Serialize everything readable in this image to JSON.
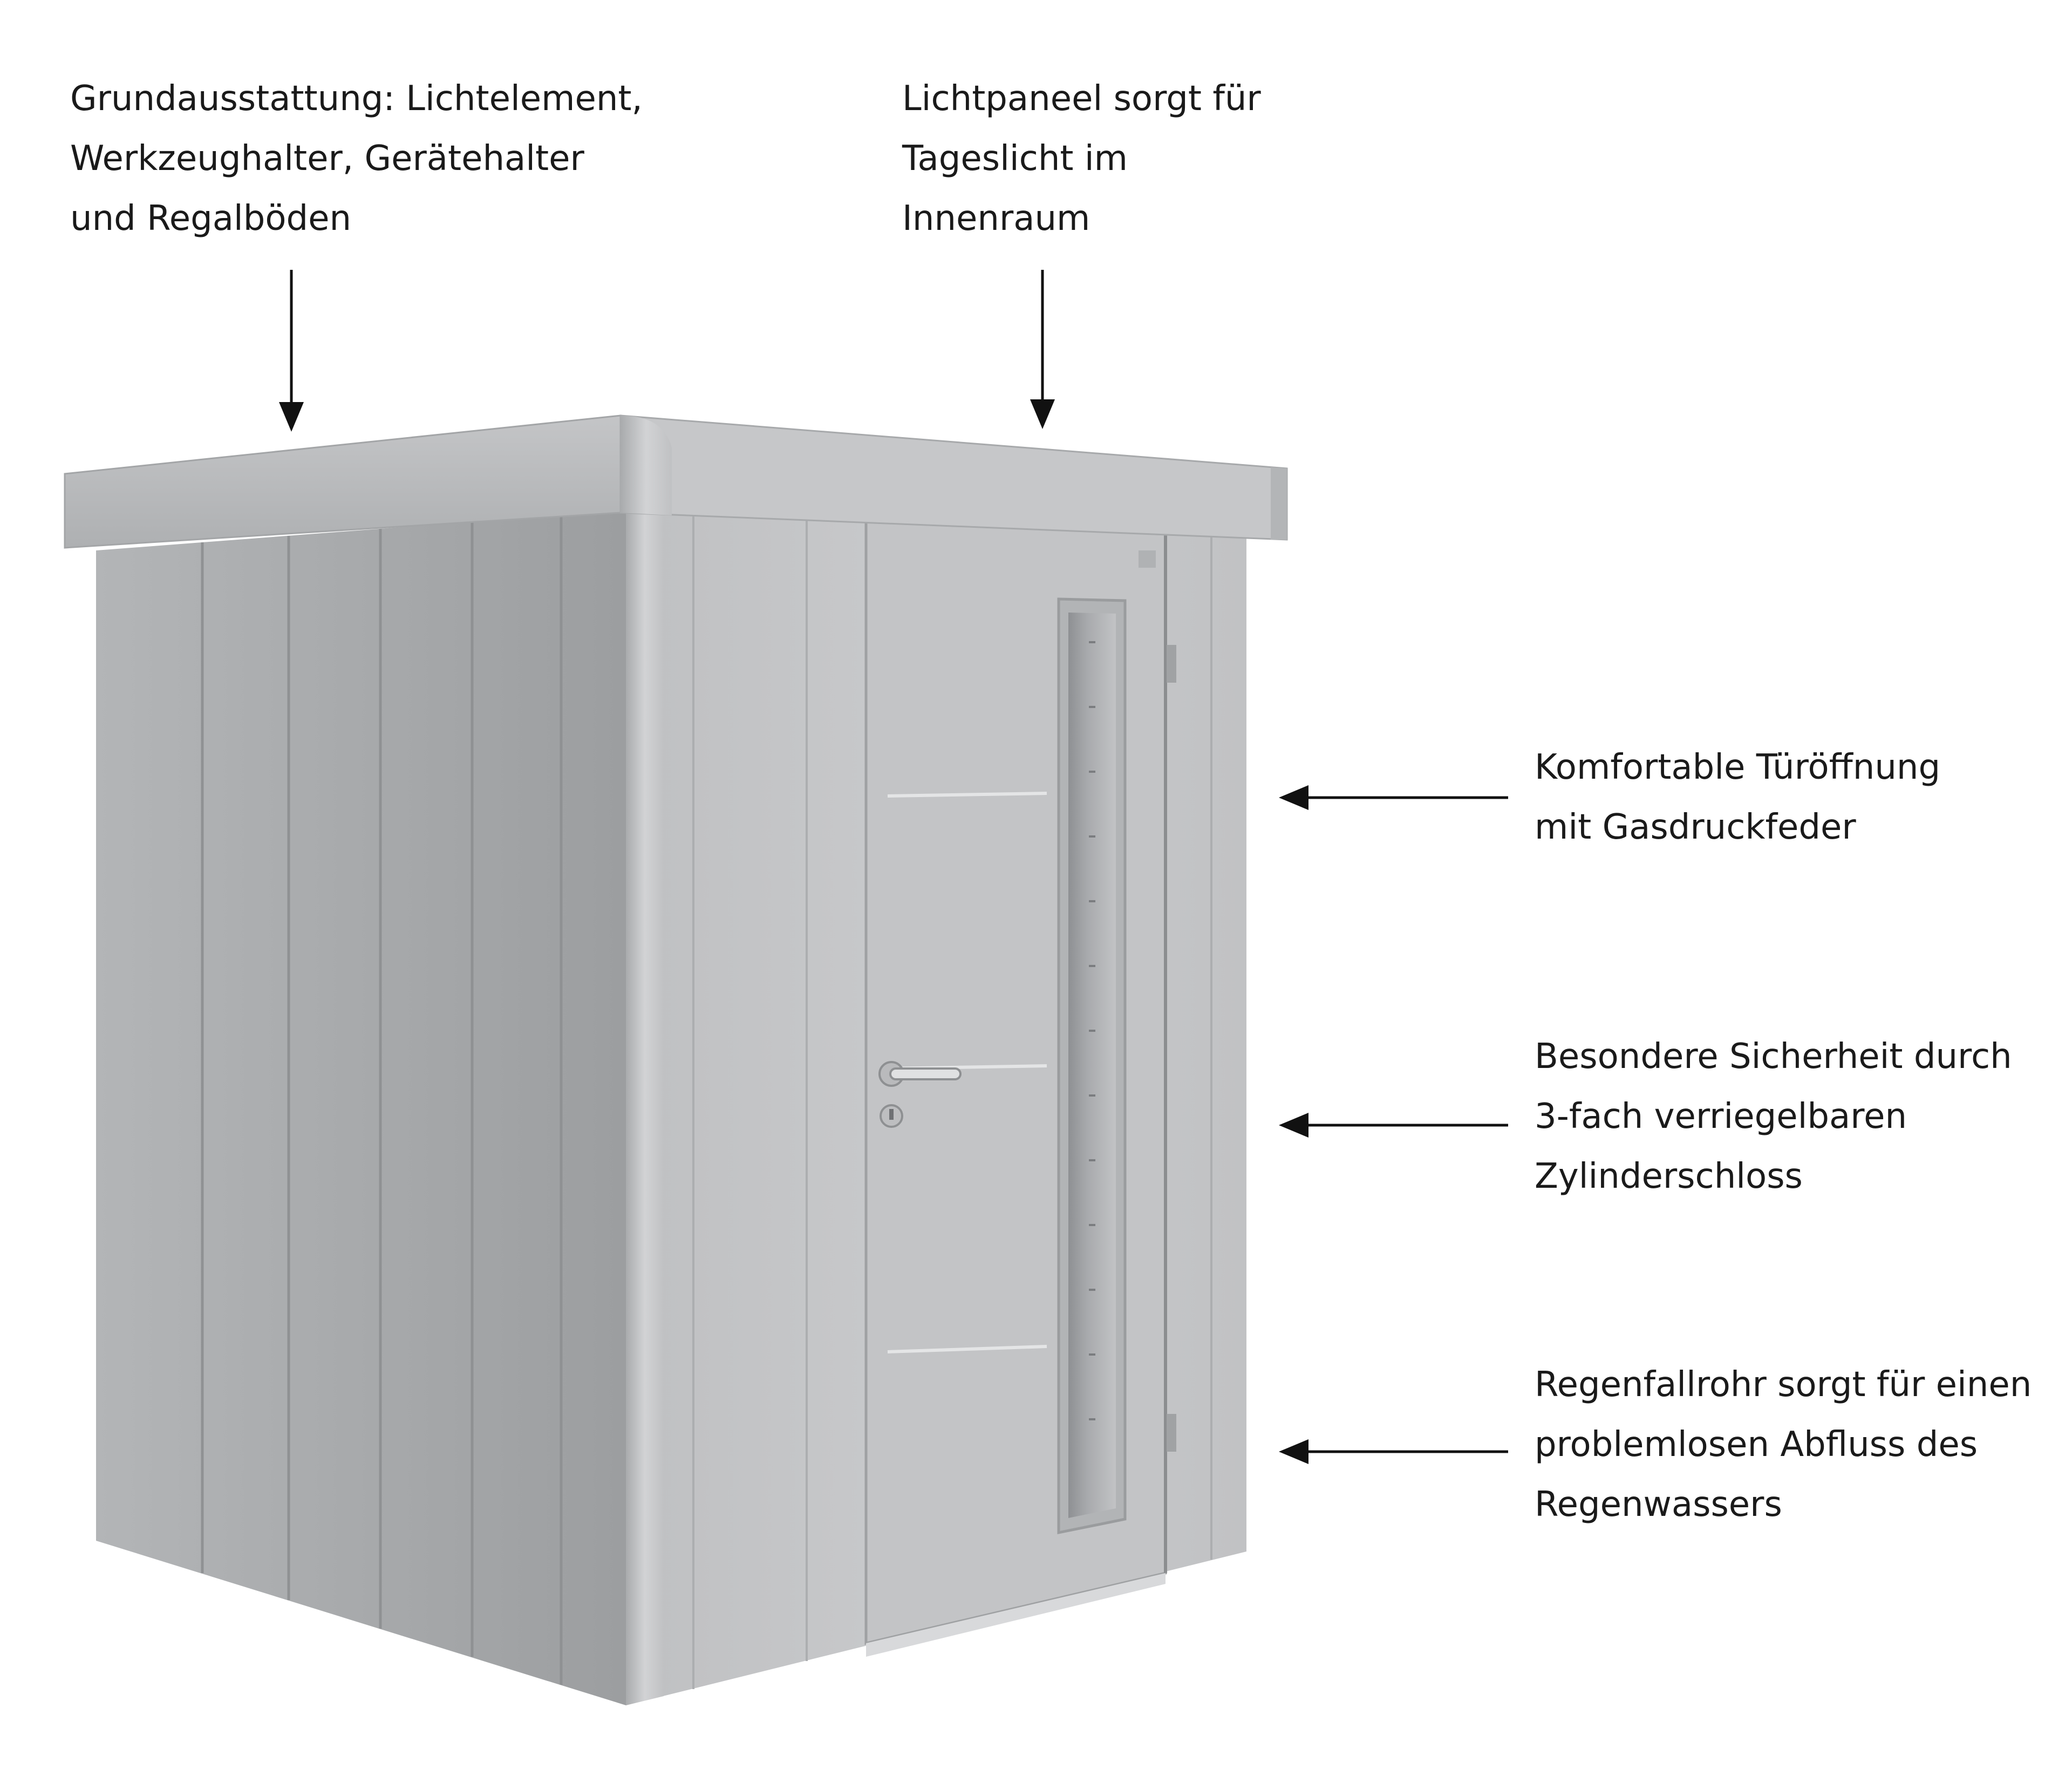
{
  "callouts": {
    "equipment": {
      "lines": [
        "Grundausstattung: Lichtelement,",
        "Werkzeughalter, Gerätehalter",
        "und Regalböden"
      ]
    },
    "light_panel": {
      "lines": [
        "Lichtpaneel sorgt für",
        "Tageslicht im",
        "Innenraum"
      ]
    },
    "door_opening": {
      "lines": [
        "Komfortable Türöffnung",
        "mit Gasdruckfeder"
      ]
    },
    "security": {
      "lines": [
        "Besondere Sicherheit durch",
        "3-fach verriegelbaren",
        "Zylinderschloss"
      ]
    },
    "downpipe": {
      "lines": [
        "Regenfallrohr sorgt für einen",
        "problemlosen Abfluss des",
        "Regenwassers"
      ]
    }
  },
  "colors": {
    "arrow": "#111111",
    "shed_side": "#a6a8aa",
    "shed_front": "#c6c7c9",
    "shed_roof": "#b9babc",
    "door_panel": "#c2c3c5",
    "window_glass": "#9a9c9f"
  }
}
